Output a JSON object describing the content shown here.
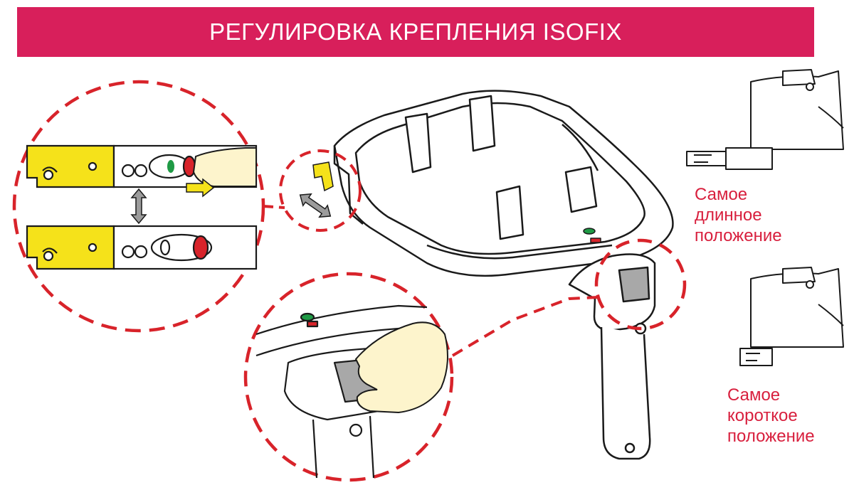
{
  "title": "РЕГУЛИРОВКА КРЕПЛЕНИЯ ISOFIX",
  "captions": {
    "longest": "Самое\nдлинное\nположение",
    "shortest": "Самое\nкороткое\nположение"
  },
  "colors": {
    "banner": "#d81f5b",
    "caption": "#d81f3d",
    "dashed_circle": "#d8232a",
    "connector_yellow": "#f5e21a",
    "indicator_green": "#1f9a45",
    "indicator_red": "#d8232a",
    "handle_gray": "#a8a8a8",
    "hand_skin": "#fdf4cc"
  },
  "icons": [
    "double-arrow-icon",
    "push-arrow-icon",
    "finger-icon",
    "hand-icon"
  ]
}
